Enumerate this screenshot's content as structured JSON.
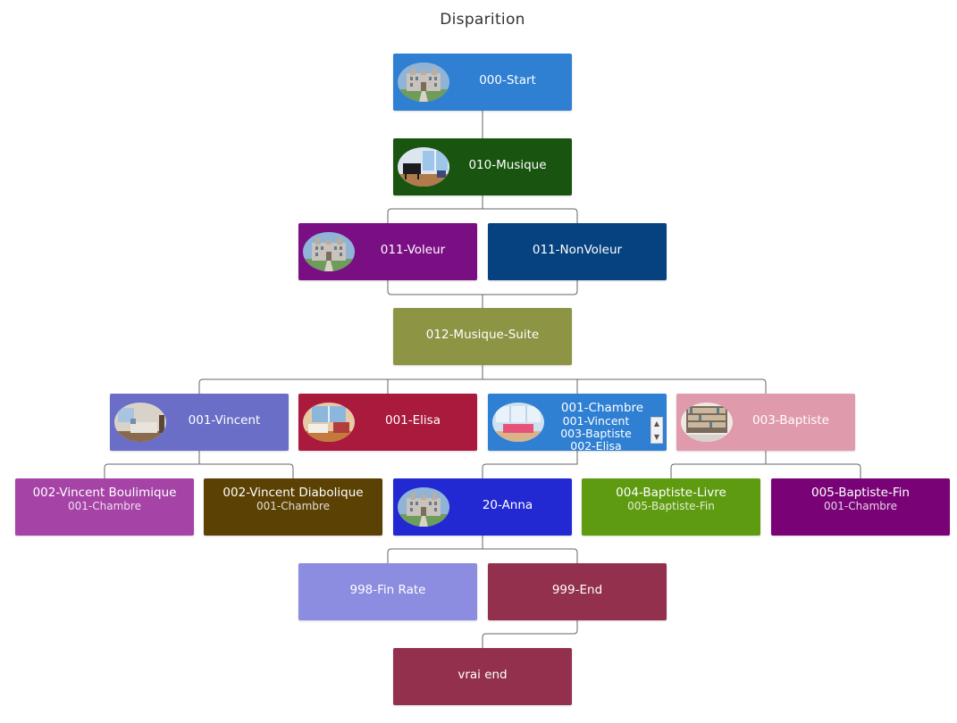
{
  "title": "Disparition",
  "nodes": {
    "start": {
      "name": "000-Start",
      "color": "#2f7fd2",
      "thumb": "castle"
    },
    "musique": {
      "name": "010-Musique",
      "color": "#195510",
      "thumb": "piano-room"
    },
    "voleur": {
      "name": "011-Voleur",
      "color": "#7a0e83",
      "thumb": "castle"
    },
    "nonvoleur": {
      "name": "011-NonVoleur",
      "color": "#05427f"
    },
    "suite": {
      "name": "012-Musique-Suite",
      "color": "#8d9444"
    },
    "vincent": {
      "name": "001-Vincent",
      "color": "#6a6ec7",
      "thumb": "bedroom"
    },
    "elisa": {
      "name": "001-Elisa",
      "color": "#aa1a3d",
      "thumb": "bedroom-warm"
    },
    "chambre": {
      "name": "001-Chambre",
      "color": "#2f7fd2",
      "thumb": "bedroom-bright",
      "list": [
        "001-Vincent",
        "003-Baptiste",
        "002-Elisa"
      ]
    },
    "baptiste": {
      "name": "003-Baptiste",
      "color": "#df9aab",
      "thumb": "library"
    },
    "boulimique": {
      "name": "002-Vincent Boulimique",
      "sub": "001-Chambre",
      "color": "#a543a6"
    },
    "diabolique": {
      "name": "002-Vincent Diabolique",
      "sub": "001-Chambre",
      "color": "#5b4104"
    },
    "anna": {
      "name": "20-Anna",
      "color": "#2229d3",
      "thumb": "castle"
    },
    "livre": {
      "name": "004-Baptiste-Livre",
      "sub": "005-Baptiste-Fin",
      "color": "#5e9b10"
    },
    "bfin": {
      "name": "005-Baptiste-Fin",
      "sub": "001-Chambre",
      "color": "#790376"
    },
    "finrate": {
      "name": "998-Fin Rate",
      "color": "#8c8ce0"
    },
    "end": {
      "name": "999-End",
      "color": "#93304d"
    },
    "vraiend": {
      "name": "vrai end",
      "color": "#93304d"
    }
  }
}
